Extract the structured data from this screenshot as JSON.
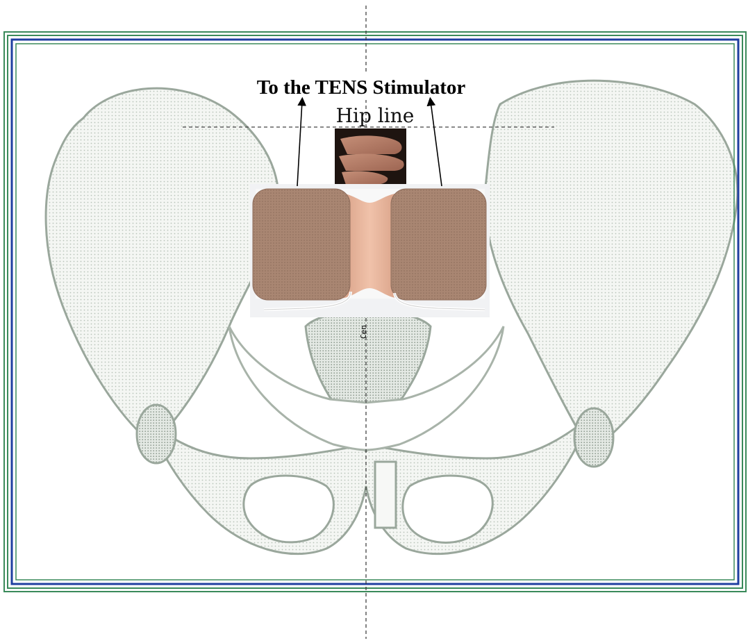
{
  "labels": {
    "stimulator": "To the TENS Stimulator",
    "hip_line": "Hip line",
    "center_line": "Cen"
  },
  "colors": {
    "frame_green": "#3a8a5a",
    "frame_blue": "#1f3fa0",
    "bone_outline": "#9aa79c",
    "bone_fill": "#f2f5f1",
    "electrode_pad": "#a98672",
    "electrode_bridge": "#e2b096",
    "guide_line": "#333333"
  },
  "icons": [
    "up-arrow-icon"
  ]
}
